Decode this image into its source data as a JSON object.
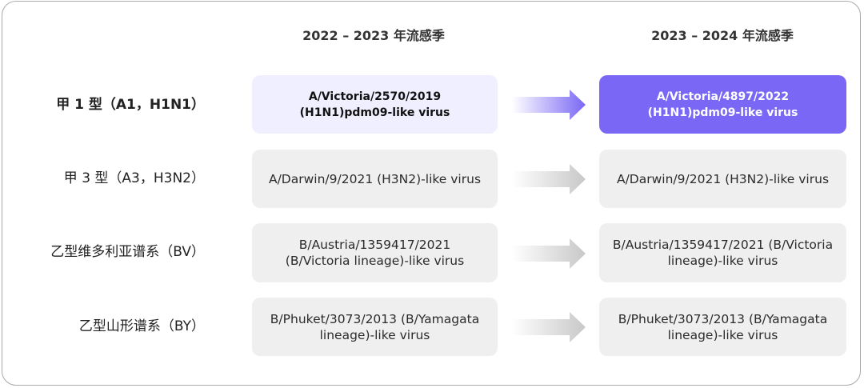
{
  "headers": {
    "left": "2022 – 2023 年流感季",
    "right": "2023 – 2024 年流感季"
  },
  "rows": [
    {
      "label": "甲 1 型（A1，H1N1）",
      "from": "A/Victoria/2570/2019 (H1N1)pdm09-like virus",
      "to": "A/Victoria/4897/2022 (H1N1)pdm09-like virus",
      "changed": true
    },
    {
      "label": "甲 3 型（A3，H3N2）",
      "from": "A/Darwin/9/2021 (H3N2)-like virus",
      "to": "A/Darwin/9/2021 (H3N2)-like virus",
      "changed": false
    },
    {
      "label": "乙型维多利亚谱系（BV）",
      "from": "B/Austria/1359417/2021 (B/Victoria lineage)-like virus",
      "to": "B/Austria/1359417/2021 (B/Victoria lineage)-like virus",
      "changed": false
    },
    {
      "label": "乙型山形谱系（BY）",
      "from": "B/Phuket/3073/2013 (B/Yamagata lineage)-like virus",
      "to": "B/Phuket/3073/2013 (B/Yamagata lineage)-like virus",
      "changed": false
    }
  ],
  "colors": {
    "highlight": "#7a67f5",
    "highlight_light": "#f0efff",
    "box_gray": "#efefef",
    "arrow_gray": "#c8c8c8"
  }
}
